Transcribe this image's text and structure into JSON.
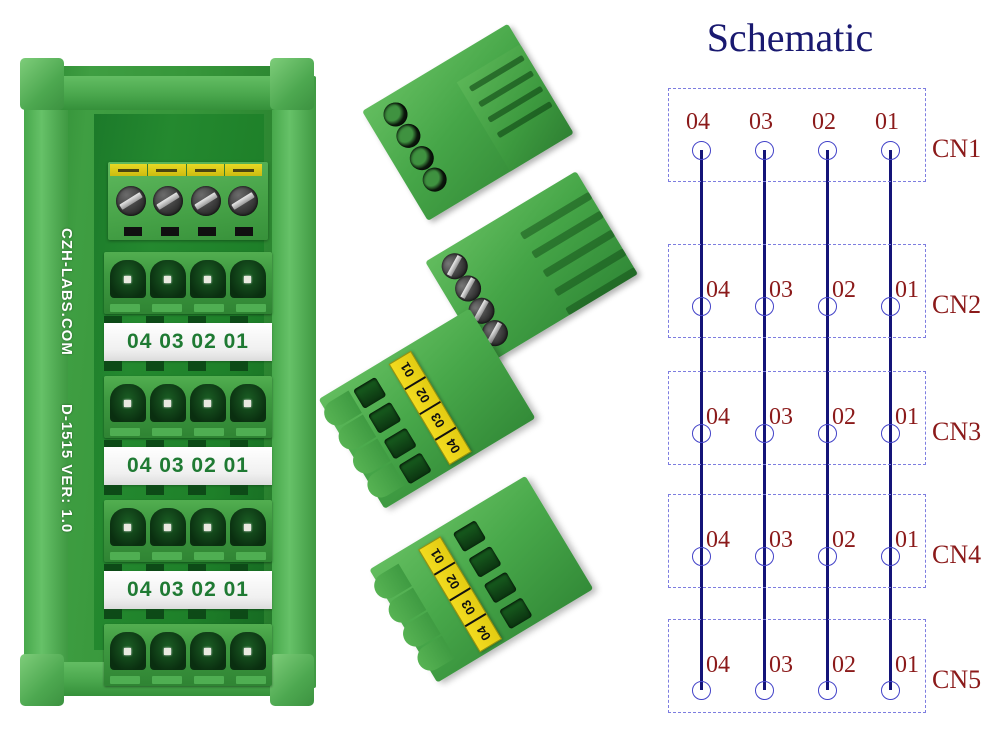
{
  "product": {
    "brand_text": "CZH-LABS.COM",
    "model_text": "D-1515 VER: 1.0",
    "terminal_labels": [
      "04 03 02 01",
      "04 03 02 01",
      "04 03 02 01"
    ],
    "connector_marker_cells": [
      "01",
      "02",
      "03",
      "04"
    ],
    "colors": {
      "green_body": "#3f9e42",
      "green_dark": "#1c7a2a",
      "marker_yellow": "#e8d824",
      "label_text_green": "#1f7a33"
    }
  },
  "schematic": {
    "title": "Schematic",
    "colors": {
      "title": "#191970",
      "pin_text": "#8b1a1a",
      "circle": "#4242c8",
      "wire": "#141478",
      "box_border": "#7d7de0"
    },
    "pin_numbers": [
      "04",
      "03",
      "02",
      "01"
    ],
    "connectors": [
      {
        "name": "CN1",
        "pins": [
          "04",
          "03",
          "02",
          "01"
        ],
        "label_above_circle": true
      },
      {
        "name": "CN2",
        "pins": [
          "04",
          "03",
          "02",
          "01"
        ],
        "label_above_circle": false
      },
      {
        "name": "CN3",
        "pins": [
          "04",
          "03",
          "02",
          "01"
        ],
        "label_above_circle": false
      },
      {
        "name": "CN4",
        "pins": [
          "04",
          "03",
          "02",
          "01"
        ],
        "label_above_circle": false
      },
      {
        "name": "CN5",
        "pins": [
          "04",
          "03",
          "02",
          "01"
        ],
        "label_above_circle": false
      }
    ]
  },
  "chart_data": {
    "type": "diagram",
    "title": "Schematic",
    "description": "Five 4-position connectors CN1..CN5 with pins 04,03,02,01 all tied together column-wise by four vertical bus wires.",
    "nets": [
      {
        "name": "04",
        "pins": [
          "CN1-04",
          "CN2-04",
          "CN3-04",
          "CN4-04",
          "CN5-04"
        ]
      },
      {
        "name": "03",
        "pins": [
          "CN1-03",
          "CN2-03",
          "CN3-03",
          "CN4-03",
          "CN5-03"
        ]
      },
      {
        "name": "02",
        "pins": [
          "CN1-02",
          "CN2-02",
          "CN3-02",
          "CN4-02",
          "CN5-02"
        ]
      },
      {
        "name": "01",
        "pins": [
          "CN1-01",
          "CN2-01",
          "CN3-01",
          "CN4-01",
          "CN5-01"
        ]
      }
    ]
  }
}
